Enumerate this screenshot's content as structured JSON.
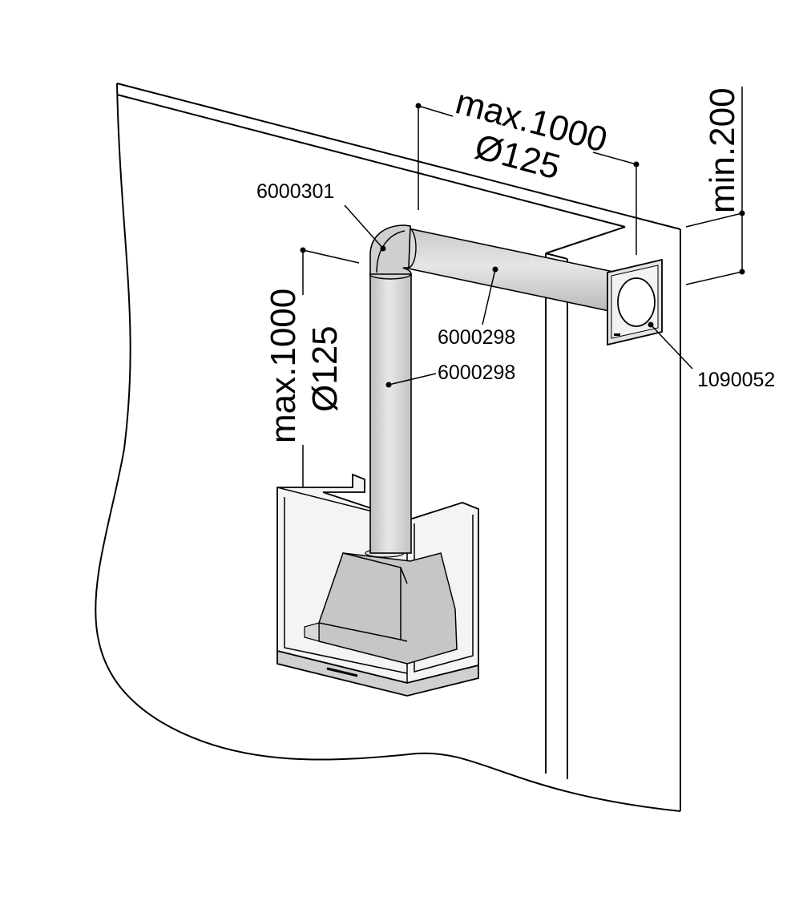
{
  "dimensions": {
    "horizontal_length": "max.1000",
    "horizontal_diameter": "Ø125",
    "vertical_length": "max.1000",
    "vertical_diameter": "Ø125",
    "wall_clearance": "min.200"
  },
  "parts": {
    "elbow": "6000301",
    "horizontal_pipe": "6000298",
    "vertical_pipe": "6000298",
    "wall_outlet": "1090052"
  },
  "colors": {
    "line": "#000000",
    "pipe_fill": "#d6d6d6",
    "hood_fill": "#c4c4c4",
    "background": "#ffffff"
  }
}
